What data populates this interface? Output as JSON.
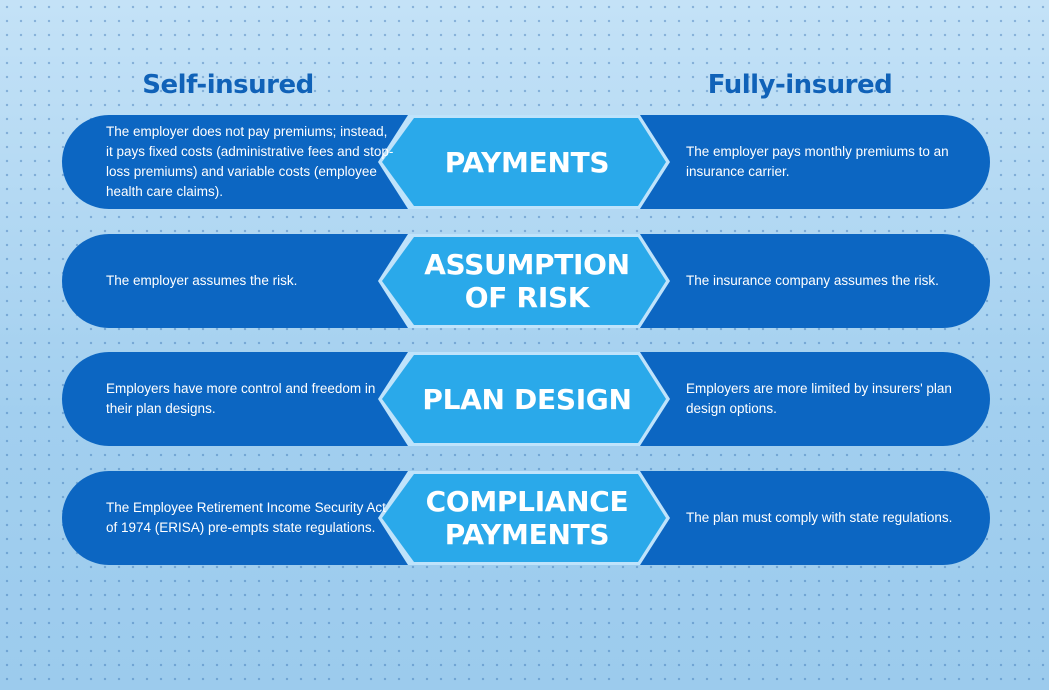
{
  "columns": {
    "left_title": "Self-insured",
    "right_title": "Fully-insured"
  },
  "rows": [
    {
      "label": "PAYMENTS",
      "self_insured": "The employer does not pay premiums; instead, it pays fixed costs (administrative fees and stop-loss premiums) and variable costs (employee health care claims).",
      "fully_insured": "The employer pays monthly premiums to an insurance carrier."
    },
    {
      "label": "ASSUMPTION\nOF RISK",
      "self_insured": "The employer assumes the risk.",
      "fully_insured": "The insurance company assumes the risk."
    },
    {
      "label": "PLAN DESIGN",
      "self_insured": "Employers have more control and freedom in their plan designs.",
      "fully_insured": "Employers are more limited by insurers' plan design options."
    },
    {
      "label": "COMPLIANCE\nPAYMENTS",
      "self_insured": "The Employee Retirement Income Security Act of 1974 (ERISA) pre-empts state regulations.",
      "fully_insured": "The plan must comply with state regulations."
    }
  ],
  "colors": {
    "pill": "#0c66c2",
    "hexagon": "#2aa9ea",
    "header_text": "#1062b8",
    "divider": "#bfe3fb"
  }
}
